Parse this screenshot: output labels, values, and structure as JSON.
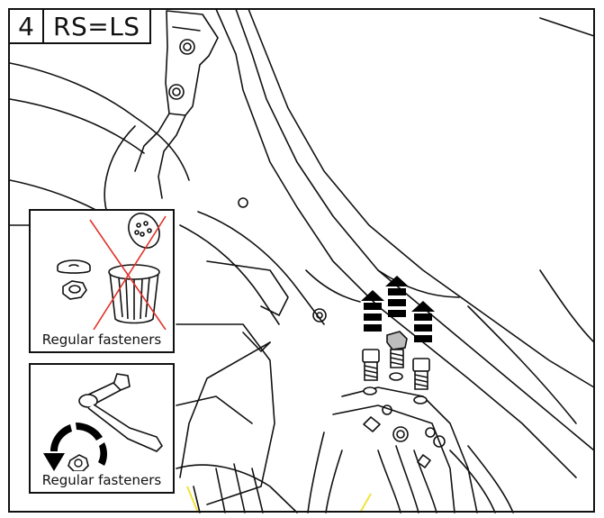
{
  "step": {
    "number": "4",
    "side_note": "RS=LS"
  },
  "insets": {
    "remove": {
      "caption": "Regular fasteners",
      "icons": [
        "washer-icon",
        "nut-icon",
        "trash-bin-icon"
      ],
      "strike_color": "#e0332b"
    },
    "tighten": {
      "caption": "Regular fasteners",
      "icons": [
        "ratchet-wrench-icon",
        "rotate-clockwise-arrow-icon"
      ]
    }
  },
  "colors": {
    "line": "#111111",
    "highlight": "#f2e23a",
    "arrow": "#000000"
  }
}
